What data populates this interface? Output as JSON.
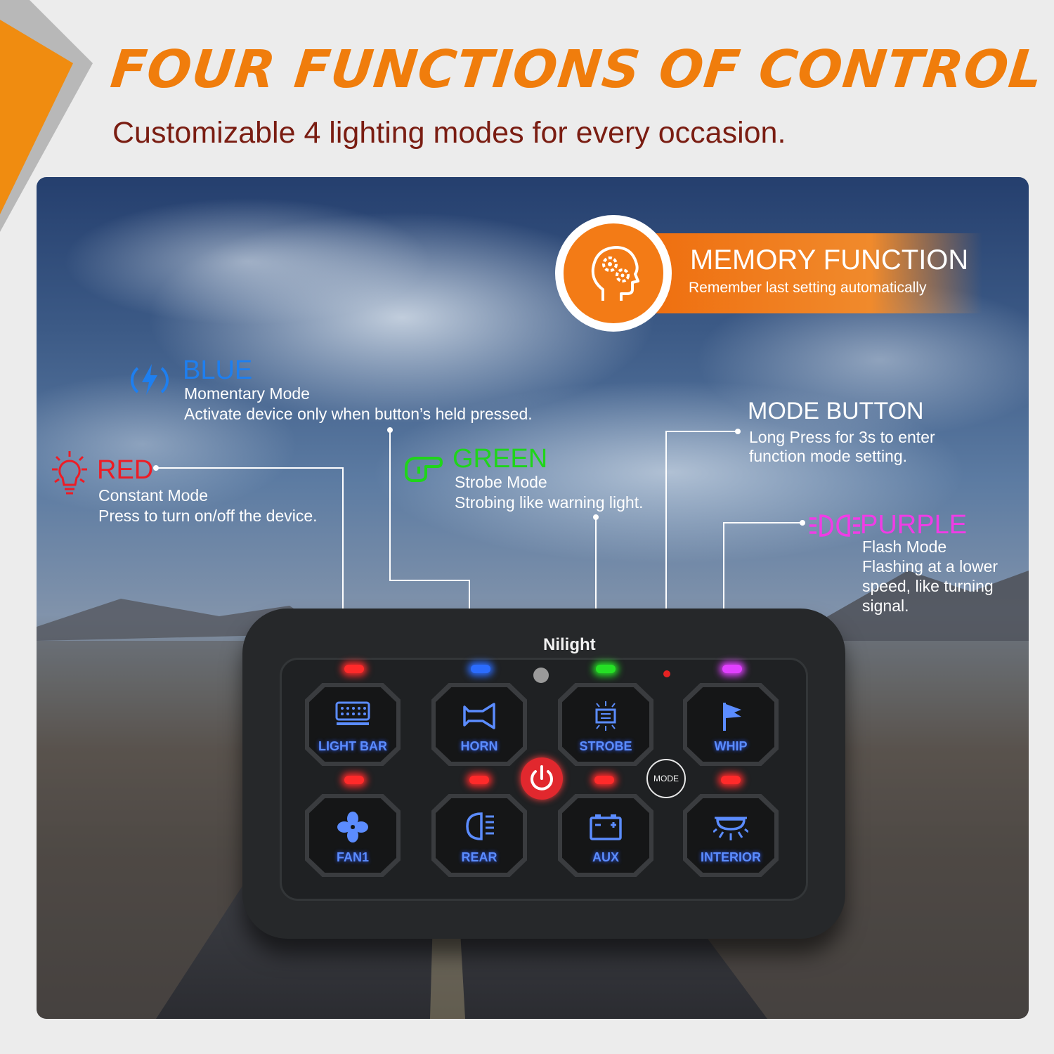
{
  "header": {
    "title": "FOUR FUNCTIONS OF CONTROL PANEL",
    "subtitle": "Customizable 4 lighting modes for every occasion."
  },
  "memory": {
    "title": "MEMORY FUNCTION",
    "subtitle": "Remember last setting automatically",
    "icon": "head-gears-icon"
  },
  "modes": {
    "blue": {
      "title": "BLUE",
      "line1": "Momentary Mode",
      "line2": "Activate device only when button’s held pressed.",
      "color": "#1e7ff0"
    },
    "red": {
      "title": "RED",
      "line1": "Constant Mode",
      "line2": "Press to turn on/off the device.",
      "color": "#ee1c25"
    },
    "green": {
      "title": "GREEN",
      "line1": "Strobe Mode",
      "line2": "Strobing like warning light.",
      "color": "#1fd51a"
    },
    "purple": {
      "title": "PURPLE",
      "line1": "Flash Mode",
      "line2": "Flashing at a lower",
      "line3": "speed, like turning",
      "line4": "signal.",
      "color": "#f03ce6"
    }
  },
  "mode_button": {
    "title": "MODE BUTTON",
    "line1": "Long Press for 3s to enter",
    "line2": "function mode setting."
  },
  "panel": {
    "brand": "Nilight",
    "mode_label": "MODE",
    "switches": [
      "LIGHT BAR",
      "HORN",
      "STROBE",
      "WHIP",
      "FAN1",
      "REAR",
      "AUX",
      "INTERIOR"
    ],
    "top_leds": [
      "#ff2a2a",
      "#2b6cff",
      "#25e025",
      "#e040ff"
    ],
    "bottom_leds": [
      "#ff2a2a",
      "#ff2a2a",
      "#ff2a2a",
      "#ff2a2a"
    ]
  },
  "colors": {
    "accent": "#f07d0c",
    "subtitle": "#7a1d12",
    "switch_glow": "#5b8cff"
  }
}
